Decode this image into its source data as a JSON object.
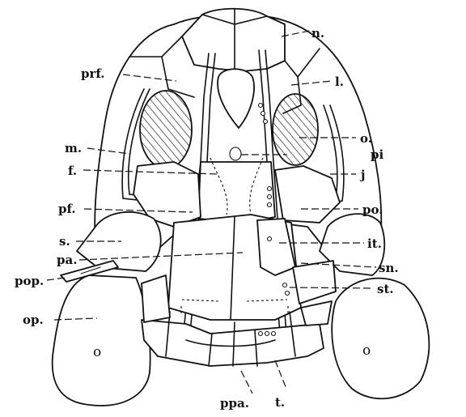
{
  "labels": {
    "n": "n.",
    "prf": "prf.",
    "l": "l.",
    "o": "o.",
    "m": "m.",
    "pi": "pi",
    "f": "f.",
    "j": "j",
    "pf": "pf.",
    "po": "po.",
    "s": "s.",
    "it": "it.",
    "pa": "pa.",
    "sn": "sn.",
    "st": "st.",
    "pop": "pop.",
    "op": "op.",
    "ppa": "ppa.",
    "t": "t.",
    "o_left": "o",
    "o_right": "o"
  },
  "colors": {
    "ink": "#111111",
    "paper": "#ffffff"
  }
}
